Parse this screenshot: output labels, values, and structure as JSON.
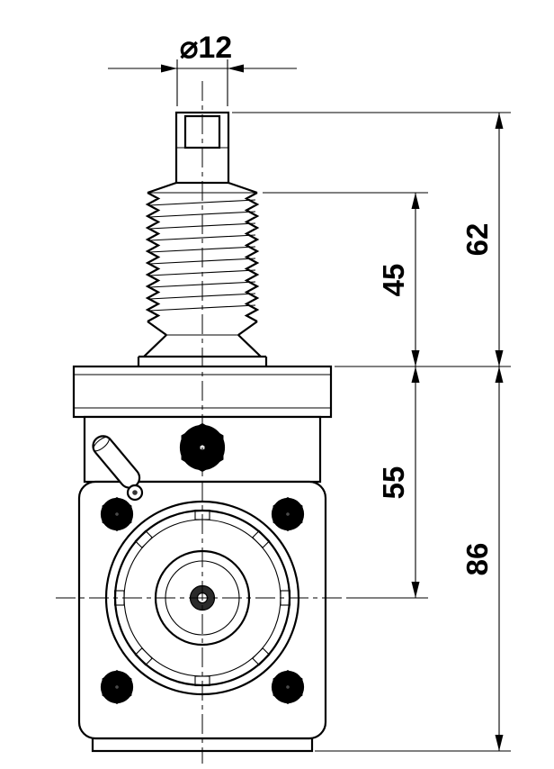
{
  "drawing": {
    "background": "#ffffff",
    "line_color": "#000000",
    "dimensions": {
      "diameter": "⌀12",
      "thread_length": "45",
      "upper_section": "62",
      "center_distance": "55",
      "overall_height": "86"
    },
    "colors": {
      "socket_dark": "#4a4a4a",
      "hub_dark": "#2b2b2b",
      "screw_head": "#a8a8a8",
      "hex_light": "#e2e2e2",
      "pivot_dot": "#333333"
    }
  }
}
